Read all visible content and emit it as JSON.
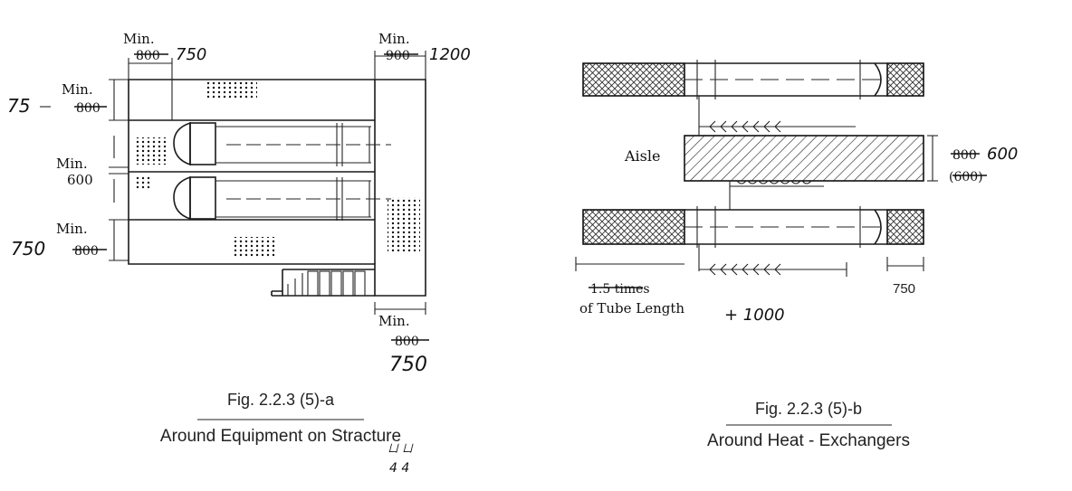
{
  "figure_a": {
    "dims": {
      "top_left": {
        "label": "Min.",
        "old": "800",
        "new": "750"
      },
      "top_right": {
        "label": "Min.",
        "old": "900",
        "new": "1200"
      },
      "left_top": {
        "label": "Min.",
        "old": "800",
        "new": "75"
      },
      "left_mid": {
        "label": "Min.",
        "value": "600"
      },
      "left_bottom": {
        "label": "Min.",
        "old": "800",
        "new": "750"
      },
      "bottom_right": {
        "label": "Min.",
        "old": "800",
        "new": "750"
      }
    },
    "caption_line1": "Fig. 2.2.3 (5)-a",
    "caption_line2": "Around Equipment on Stracture",
    "annotation_letters": "ㄩ ㄩ",
    "annotation_digits": "4 4"
  },
  "figure_b": {
    "aisle_label": "Aisle",
    "dim_right_old": "800",
    "dim_right_new": "600",
    "dim_right_paren": "(600)",
    "dim_bottom_right": "750",
    "dim_bottom_left_old": "1.5 times",
    "dim_bottom_left_line2": "of Tube Length",
    "dim_bottom_left_new": "+ 1000",
    "caption_line1": "Fig. 2.2.3 (5)-b",
    "caption_line2": "Around Heat - Exchangers"
  }
}
